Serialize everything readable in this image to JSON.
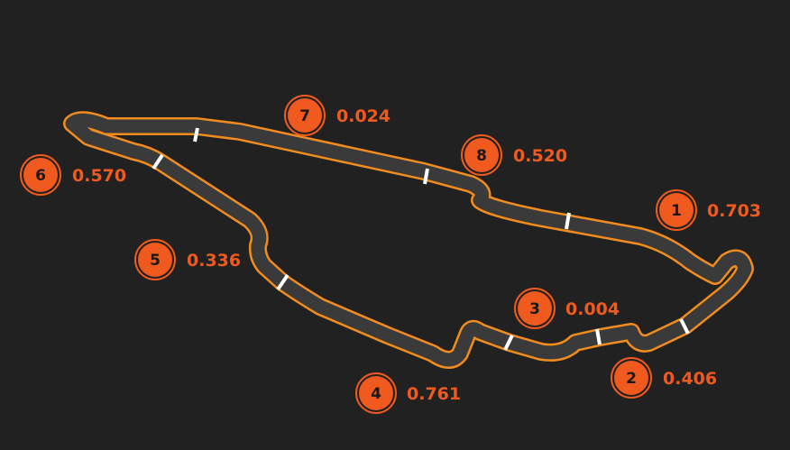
{
  "colors": {
    "background": "#212121",
    "track_surface": "#3a3a3a",
    "track_outline": "#f28c1e",
    "sector_divider": "#ffffff",
    "badge_fill": "#f05a1e",
    "badge_ring": "#f05a1e",
    "badge_text": "#1a1a1a",
    "value_text": "#f05a1e"
  },
  "segments": [
    {
      "number": "1",
      "value": "0.703"
    },
    {
      "number": "2",
      "value": "0.406"
    },
    {
      "number": "3",
      "value": "0.004"
    },
    {
      "number": "4",
      "value": "0.761"
    },
    {
      "number": "5",
      "value": "0.336"
    },
    {
      "number": "6",
      "value": "0.570"
    },
    {
      "number": "7",
      "value": "0.024"
    },
    {
      "number": "8",
      "value": "0.520"
    }
  ]
}
